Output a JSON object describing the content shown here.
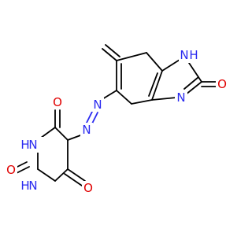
{
  "atoms": {
    "n_h_top": "N",
    "h_top": "H",
    "o_right": "O",
    "n_right": "N",
    "n_azo1": "N",
    "n_azo2": "N",
    "o_top_left": "O",
    "n_h_left": "N",
    "h_left": "H",
    "o_left": "O",
    "n_h_bottom": "N",
    "h_bottom": "H",
    "o_bottom": "O"
  },
  "colors": {
    "carbon_bond": "#000000",
    "nitrogen": "#2a2af0",
    "oxygen": "#e00000",
    "background": "#ffffff"
  }
}
